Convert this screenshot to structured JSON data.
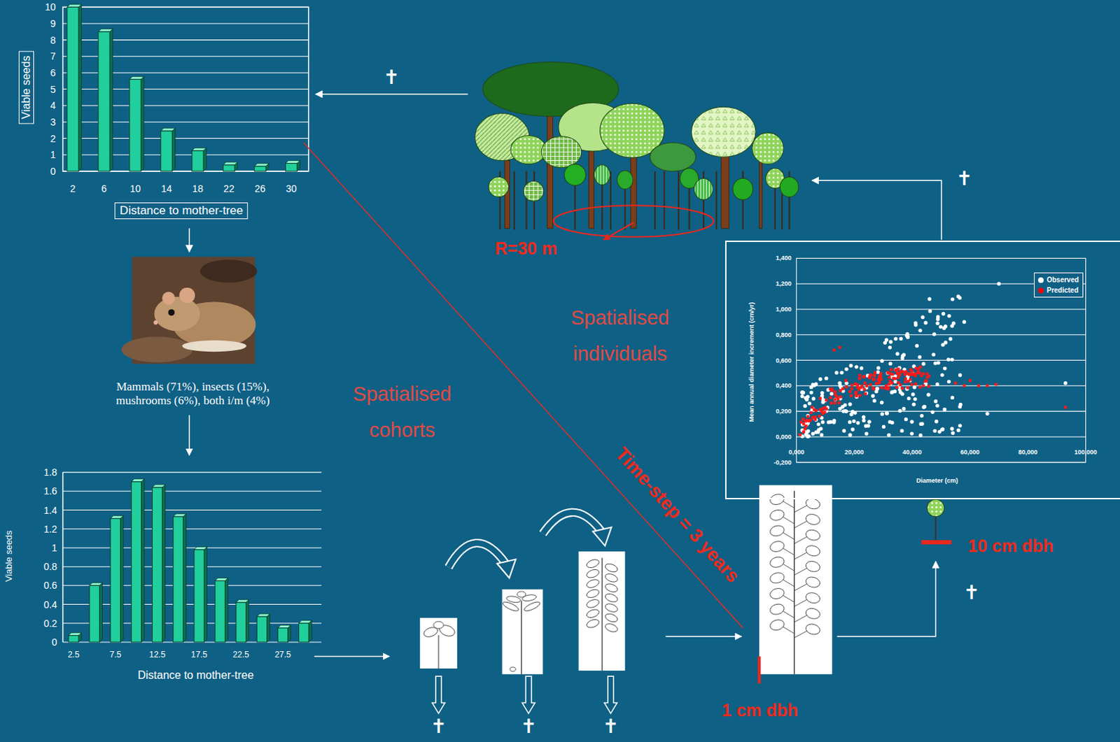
{
  "diagram": {
    "nodes": [
      {
        "text": [
          "R=30 m"
        ]
      },
      {
        "text": [
          "Viable seeds",
          "Distance to mother-tree"
        ]
      },
      {
        "text": [
          "Mammals (71%), insects (15%), mushrooms (6%), both i/m (4%)"
        ]
      },
      {
        "text": [
          "Viable seeds",
          "Distance to mother-tree"
        ]
      },
      {
        "text": [
          "1 cm dbh"
        ]
      },
      {
        "text": [
          "10 cm dbh"
        ]
      },
      {
        "text": [
          "Mean annual diameter increment (cm/yr)",
          "Diameter (cm)"
        ]
      }
    ],
    "edges": [
      {
        "from": 0,
        "to": 1,
        "arrow": "to",
        "label": "✝"
      },
      {
        "from": 1,
        "to": 2,
        "arrow": "to"
      },
      {
        "from": 2,
        "to": 3,
        "arrow": "to"
      },
      {
        "from": 4,
        "to": 5,
        "arrow": "to"
      },
      {
        "from": 6,
        "to": 0,
        "arrow": "to",
        "label": "✝"
      }
    ],
    "labels": [
      "Spatialised individuals",
      "Spatialised cohorts",
      "Time-step = 3 years",
      "✝",
      "✝",
      "✝",
      "✝",
      "0",
      "1",
      "2",
      "3",
      "4",
      "5",
      "6",
      "7",
      "8",
      "9",
      "10",
      "2",
      "6",
      "10",
      "14",
      "18",
      "22",
      "26",
      "30",
      "0",
      "0.2",
      "0.4",
      "0.6",
      "0.8",
      "1",
      "1.2",
      "1.4",
      "1.6",
      "1.8",
      "2.5",
      "7.5",
      "12.5",
      "17.5",
      "22.5",
      "27.5",
      "-0,200",
      "0,000",
      "0,200",
      "0,400",
      "0,600",
      "0,800",
      "1,000",
      "1,200",
      "1,400",
      "0,000",
      "20,000",
      "40,000",
      "60,000",
      "80,000",
      "100,000"
    ],
    "legend": [
      {
        "text": "Observed",
        "color": "#ffffff"
      },
      {
        "text": "Predicted",
        "color": "#ff0000"
      }
    ]
  }
}
